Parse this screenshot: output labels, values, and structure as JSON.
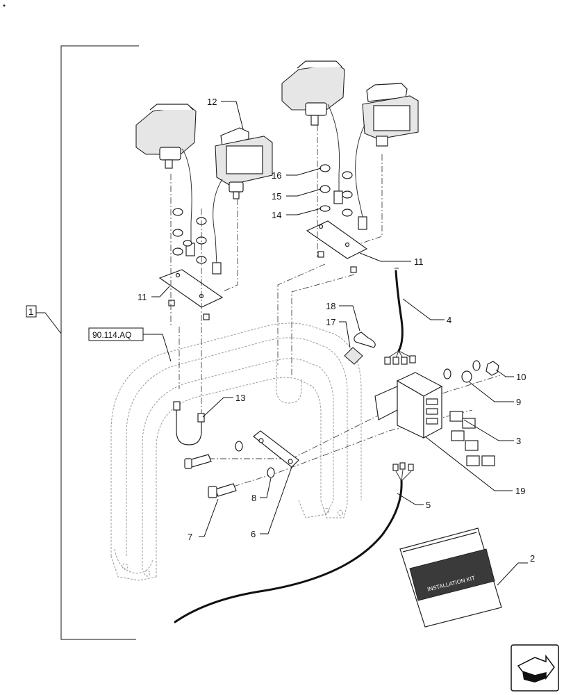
{
  "callouts": {
    "c1": "1",
    "c2": "2",
    "c3": "3",
    "c4": "4",
    "c5": "5",
    "c6": "6",
    "c7": "7",
    "c8": "8",
    "c9": "9",
    "c10": "10",
    "c11a": "11",
    "c11b": "11",
    "c12": "12",
    "c13": "13",
    "c14": "14",
    "c15": "15",
    "c16": "16",
    "c17": "17",
    "c18": "18",
    "c19": "19"
  },
  "reference_label": "90.114.AQ",
  "booklet_label": "INSTALLATION KIT",
  "colors": {
    "ink": "#111111",
    "frame": "#9a9a9a",
    "booklet_band": "#3a3a3a"
  },
  "icons": {
    "nav": "next-page-arrow-icon"
  }
}
